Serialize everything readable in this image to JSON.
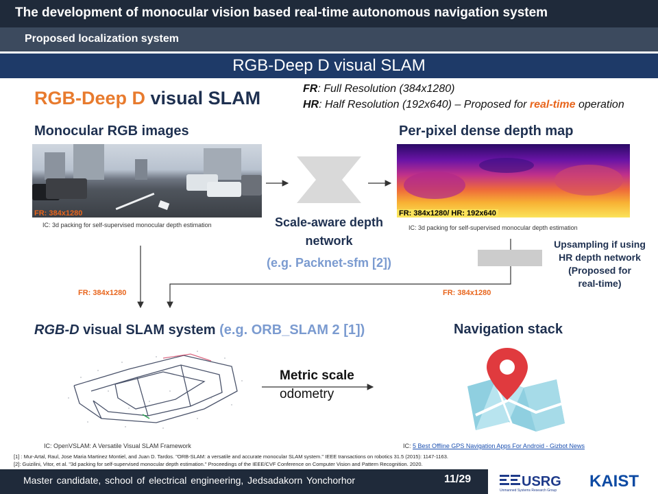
{
  "header": {
    "title": "The development of monocular vision based real-time autonomous navigation system",
    "subtitle": "Proposed localization system",
    "section": "RGB-Deep D visual SLAM"
  },
  "slide": {
    "heading_part1": "RGB-Deep D",
    "heading_part2": "visual SLAM",
    "definitions": {
      "fr_abbr": "FR",
      "fr_text": ": Full Resolution (384x1280)",
      "hr_abbr": "HR",
      "hr_text": ": Half Resolution (192x640) – Proposed for ",
      "hr_highlight": "real-time",
      "hr_tail": " operation"
    },
    "rgb_input": {
      "title": "Monocular RGB images",
      "image_label": "FR: 384x1280",
      "caption": "IC: 3d packing for self-supervised monocular depth estimation"
    },
    "depth_output": {
      "title": "Per-pixel dense depth map",
      "image_label": "FR: 384x1280/  HR: 192x640",
      "caption": "IC: 3d packing for self-supervised monocular depth estimation"
    },
    "network": {
      "line1": "Scale-aware depth",
      "line2": "network",
      "example": "(e.g. Packnet-sfm [2])"
    },
    "upsampling": {
      "line1": "Upsampling if using",
      "line2": "HR depth network",
      "line3": "(Proposed for",
      "line4": "real-time)"
    },
    "flow_tag_left": "FR: 384x1280",
    "flow_tag_right": "FR: 384x1280",
    "slam": {
      "title_italic": "RGB-D",
      "title_rest": " visual SLAM system ",
      "example": "(e.g. ORB_SLAM 2 [1])",
      "caption": "IC: OpenVSLAM: A Versatile Visual SLAM Framework"
    },
    "odometry": {
      "line1": "Metric scale",
      "line2": "odometry"
    },
    "navigation": {
      "title": "Navigation stack",
      "caption_prefix": "IC: ",
      "caption_link": "5 Best Offline GPS Navigation Apps For Android - Gizbot News"
    },
    "references": [
      "[1] : Mur-Artal, Raul, Jose Maria Martinez Montiel, and Juan D. Tardos. \"ORB-SLAM: a versatile and accurate monocular SLAM system.\" IEEE transactions on robotics 31.5 (2015): 1147-1163.",
      "[2]: Guizilini, Vitor, et al. \"3d packing for self-supervised monocular depth estimation.\" Proceedings of the IEEE/CVF Conference on Computer Vision and Pattern Recognition. 2020."
    ]
  },
  "footer": {
    "author": "Master candidate, school of electrical engineering, Jedsadakorn Yonchorhor",
    "page": "11/29",
    "logo_usrg": "USRG",
    "logo_usrg_sub": "Unmanned Systems Research Group",
    "logo_kaist": "KAIST"
  },
  "colors": {
    "header_dark": "#1f2a3a",
    "subheader": "#3c4a5e",
    "section_bar": "#1e3a68",
    "accent_orange": "#e87b2e",
    "text_navy": "#1e3050",
    "example_blue": "#7b9bd0"
  }
}
